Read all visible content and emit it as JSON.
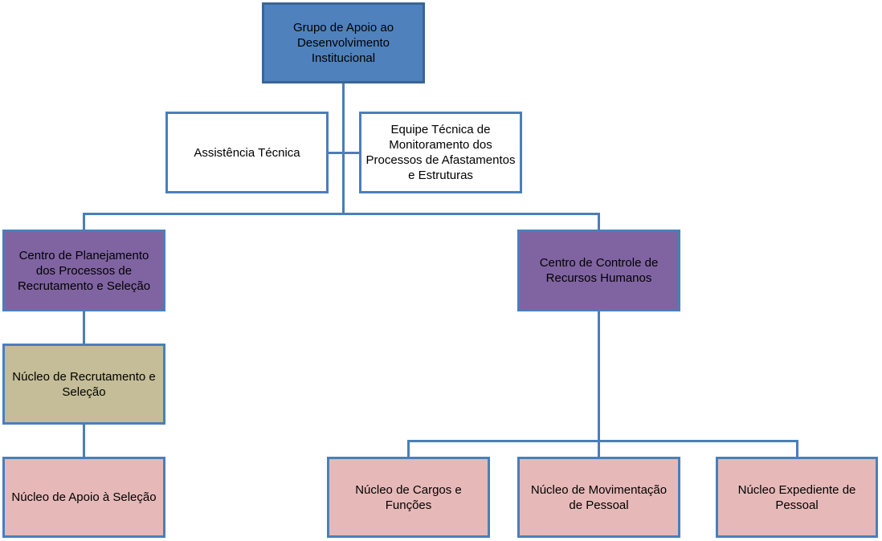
{
  "org_chart": {
    "root": {
      "label": "Grupo de Apoio ao\nDesenvolvimento\nInstitucional"
    },
    "staff": [
      {
        "label": "Assistência Técnica"
      },
      {
        "label": "Equipe Técnica de\nMonitoramento dos\nProcessos de Afastamentos\ne Estruturas"
      }
    ],
    "centers": [
      {
        "label": "Centro de Planejamento\ndos Processos de\nRecrutamento e Seleção"
      },
      {
        "label": "Centro de Controle de\nRecursos Humanos"
      }
    ],
    "left_branch": {
      "nucleus": {
        "label": "Núcleo de Recrutamento e\nSeleção"
      },
      "sub_unit": {
        "label": "Núcleo de Apoio à Seleção"
      }
    },
    "right_branch": {
      "units": [
        {
          "label": "Núcleo de Cargos e\nFunções"
        },
        {
          "label": "Núcleo de Movimentação\nde Pessoal"
        },
        {
          "label": "Núcleo Expediente de\nPessoal"
        }
      ]
    },
    "colors": {
      "connector": "#4a7ebb",
      "root_fill": "#4f81bd",
      "staff_fill": "#ffffff",
      "center_fill": "#8064a2",
      "core_fill": "#c4bd97",
      "unit_fill": "#e6b9b8"
    }
  }
}
